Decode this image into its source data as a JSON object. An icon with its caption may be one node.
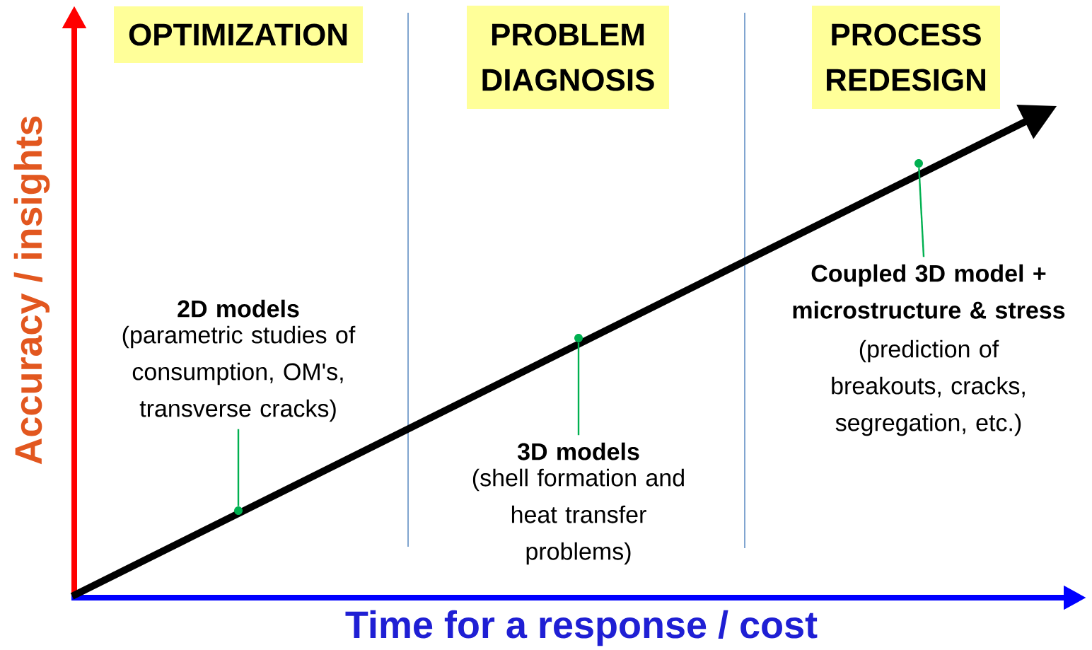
{
  "diagram": {
    "nodes": [
      {
        "text": [
          "OPTIMIZATION"
        ]
      },
      {
        "text": [
          "PROBLEM DIAGNOSIS"
        ]
      },
      {
        "text": [
          "PROCESS REDESIGN"
        ]
      },
      {
        "text": [
          "2D models",
          "(parametric studies of consumption, OM's, transverse cracks)"
        ]
      },
      {
        "text": [
          "3D models",
          "(shell formation and heat transfer problems)"
        ]
      },
      {
        "text": [
          "Coupled 3D model + microstructure & stress",
          "(prediction of breakouts, cracks, segregation, etc.)"
        ]
      },
      {
        "text": [],
        "shape": "circle"
      },
      {
        "text": [],
        "shape": "circle"
      },
      {
        "text": [],
        "shape": "circle"
      }
    ],
    "edges": [
      {
        "from": 3,
        "to": 6,
        "arrow": "none"
      },
      {
        "from": 4,
        "to": 7,
        "arrow": "none"
      },
      {
        "from": 5,
        "to": 8,
        "arrow": "none"
      }
    ],
    "labels": [
      "Accuracy / insights",
      "Time for a response / cost"
    ]
  }
}
